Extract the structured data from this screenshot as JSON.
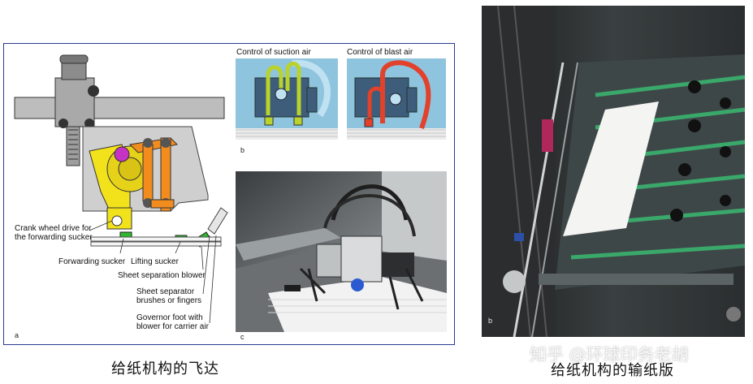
{
  "left_figure": {
    "panel_a": {
      "letter": "a",
      "callouts": {
        "crank_wheel": [
          "Crank wheel drive for",
          "the forwarding sucker"
        ],
        "forwarding_sucker": "Forwarding sucker",
        "lifting_sucker": "Lifting sucker",
        "separation_blower": "Sheet separation blower",
        "sheet_separator": [
          "Sheet separator",
          "brushes or fingers"
        ],
        "governor_foot": [
          "Governor foot with",
          "blower for carrier air"
        ]
      }
    },
    "panel_b": {
      "letter": "b",
      "suction_title": "Control of suction air",
      "blast_title": "Control of blast air"
    },
    "panel_c": {
      "letter": "c"
    }
  },
  "right_figure": {
    "letter": "b"
  },
  "captions": {
    "left": "给纸机构的飞达",
    "right": "给纸机构的输纸版"
  },
  "watermark": "知乎 @环球印务老胡"
}
